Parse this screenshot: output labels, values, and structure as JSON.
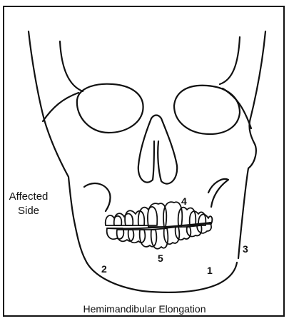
{
  "diagram": {
    "caption": "Hemimandibular Elongation",
    "side_label": {
      "line1": "Affected",
      "line2": "Side"
    },
    "markers": [
      "1",
      "2",
      "3",
      "4",
      "5"
    ]
  },
  "colors": {
    "stroke": "#111111",
    "background": "#ffffff"
  }
}
